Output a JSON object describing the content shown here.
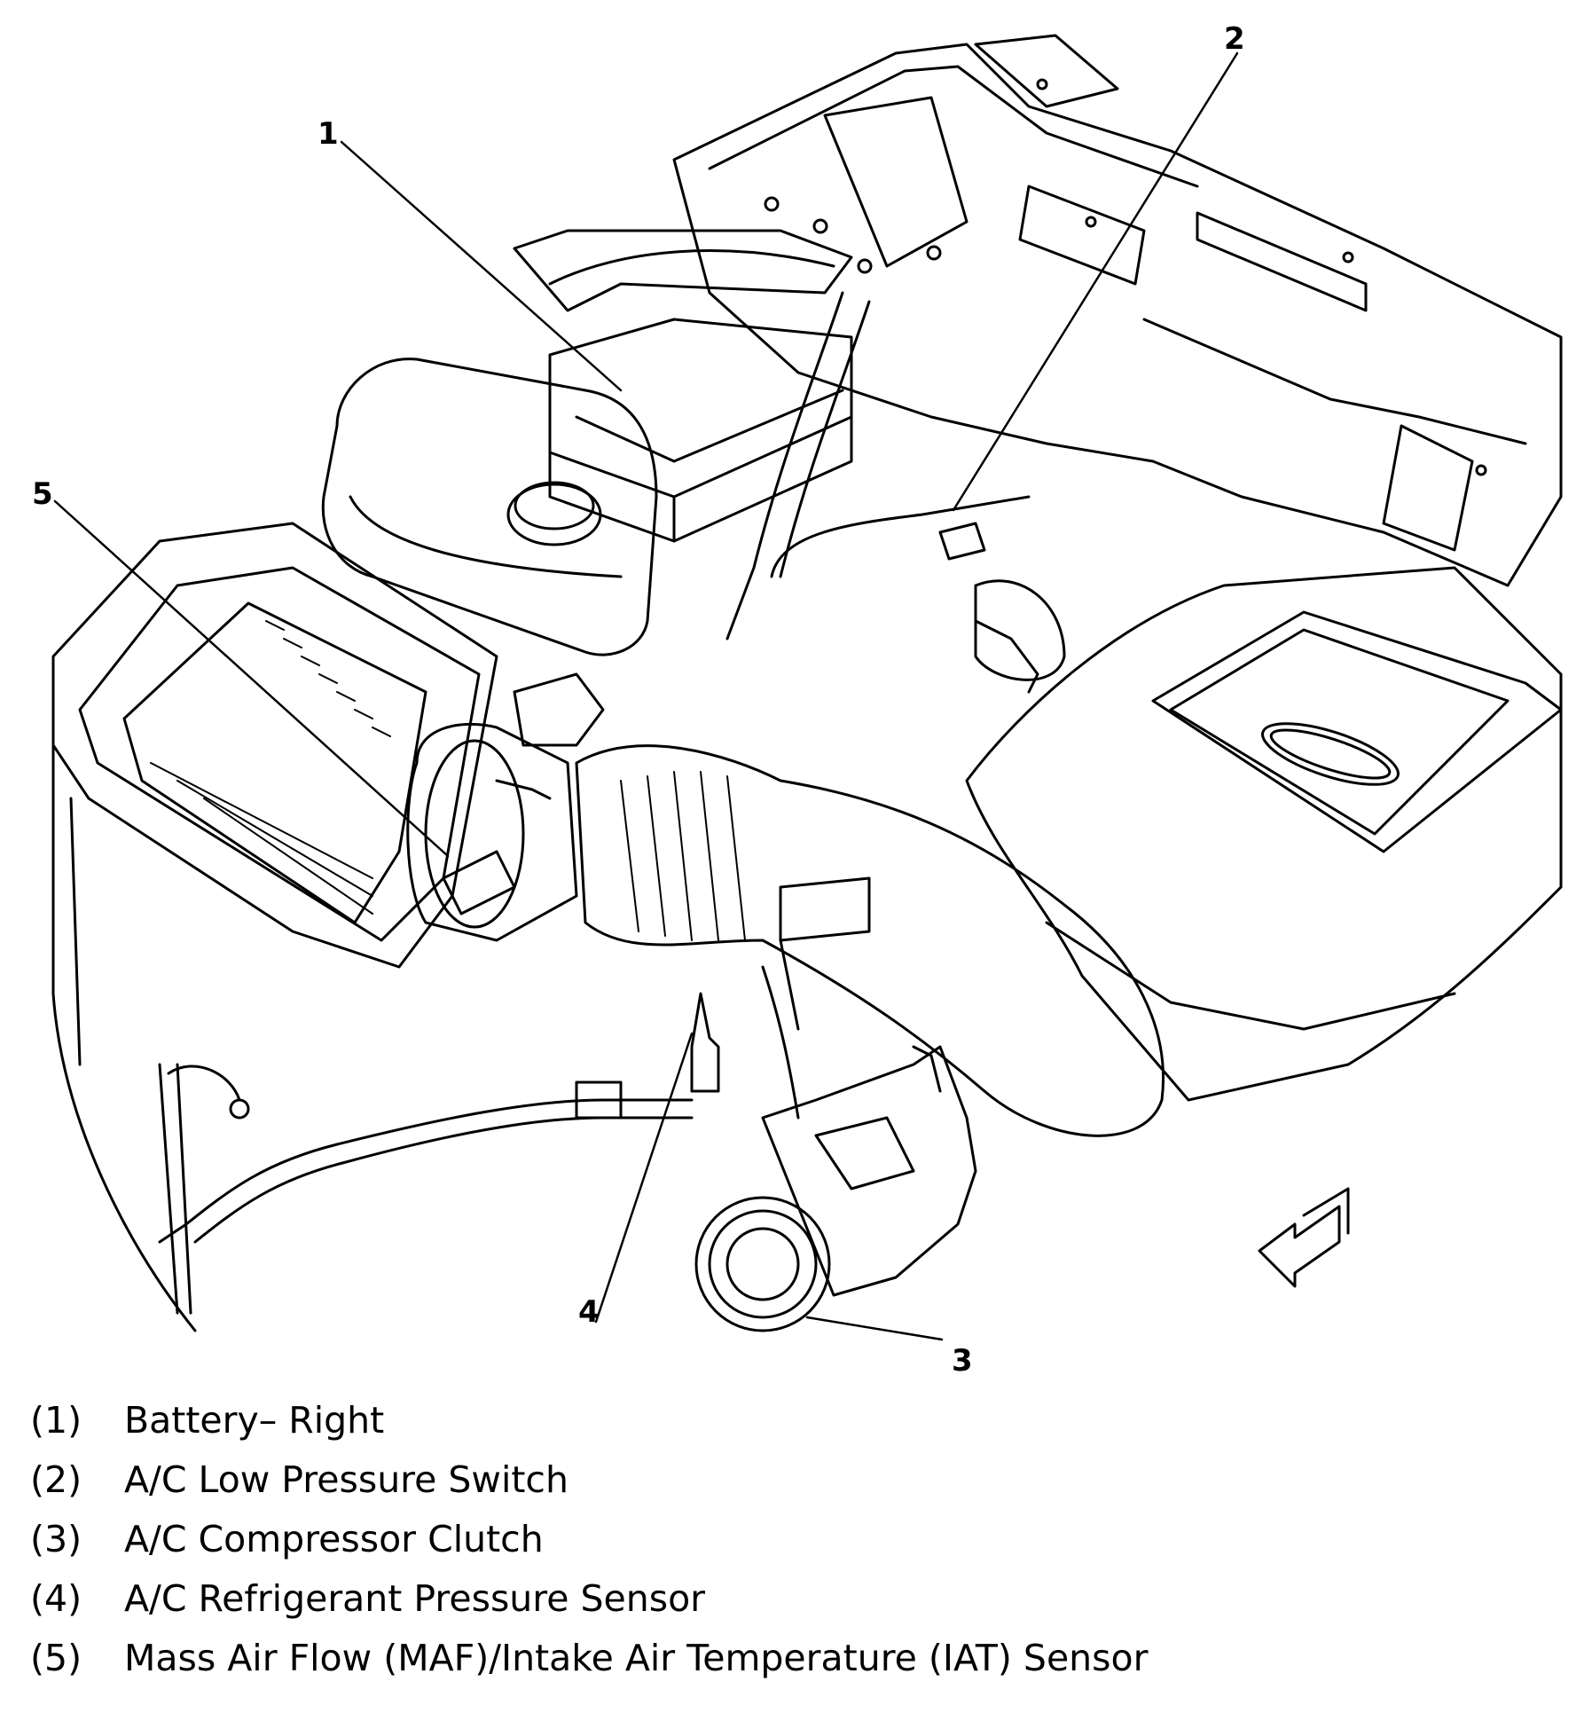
{
  "diagram": {
    "callouts": [
      {
        "id": "1",
        "label": "1"
      },
      {
        "id": "2",
        "label": "2"
      },
      {
        "id": "3",
        "label": "3"
      },
      {
        "id": "4",
        "label": "4"
      },
      {
        "id": "5",
        "label": "5"
      }
    ]
  },
  "legend": [
    {
      "number": "(1)",
      "text": "Battery– Right"
    },
    {
      "number": "(2)",
      "text": "A/C Low Pressure Switch"
    },
    {
      "number": "(3)",
      "text": "A/C Compressor Clutch"
    },
    {
      "number": "(4)",
      "text": "A/C Refrigerant Pressure Sensor"
    },
    {
      "number": "(5)",
      "text": "Mass Air Flow (MAF)/Intake Air Temperature (IAT) Sensor"
    }
  ]
}
